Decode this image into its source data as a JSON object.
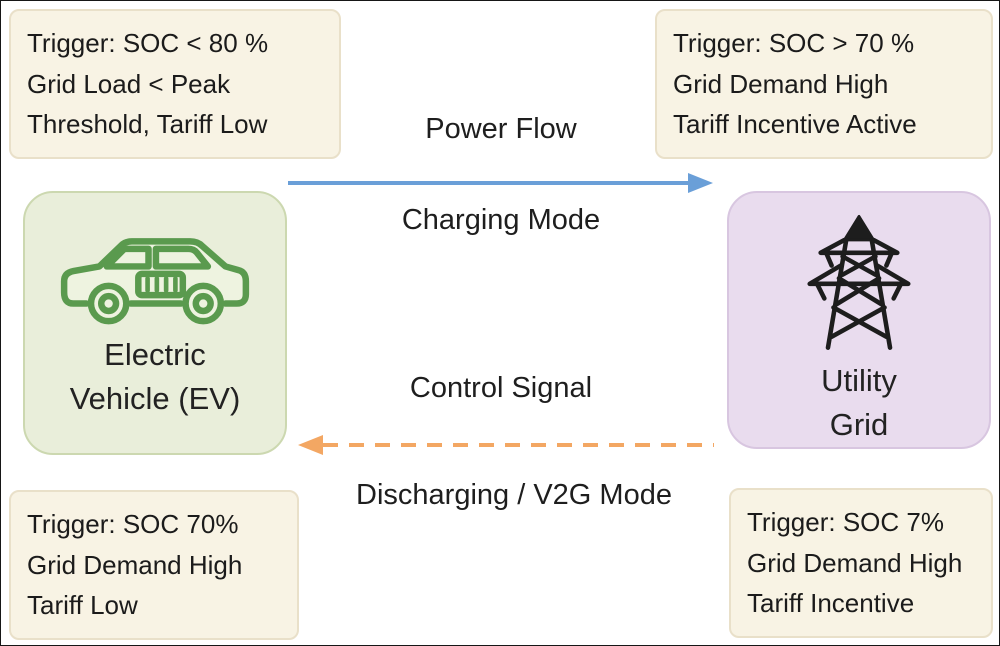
{
  "diagram": {
    "ev_node": {
      "line1": "Electric",
      "line2": "Vehicle (EV)"
    },
    "grid_node": {
      "line1": "Utility",
      "line2": "Grid"
    },
    "top_flow": {
      "title": "Power Flow",
      "mode": "Charging Mode"
    },
    "bottom_flow": {
      "title": "Control Signal",
      "mode": "Discharging / V2G Mode"
    },
    "triggers": {
      "top_left": [
        "Trigger: SOC < 80 %",
        "Grid Load < Peak",
        "Threshold, Tariff Low"
      ],
      "top_right": [
        "Trigger: SOC > 70 %",
        "Grid Demand High",
        "Tariff Incentive Active"
      ],
      "bottom_left": [
        "Trigger: SOC 70%",
        "Grid Demand High",
        "Tariff Low"
      ],
      "bottom_right": [
        "Trigger: SOC 7%",
        "Grid Demand High",
        "Tariff Incentive"
      ]
    },
    "colors": {
      "charging_arrow": "#6a9fd8",
      "discharging_arrow": "#f3a763",
      "trigger_bg": "#f8f3e4",
      "trigger_border": "#e9e0c9",
      "ev_box_bg": "#e9eeda",
      "ev_box_border": "#ccd8b0",
      "grid_box_bg": "#e9dcee",
      "grid_box_border": "#d8c6e0",
      "car_green": "#5a9a4e",
      "car_fill": "#eef3e0",
      "tower_black": "#1d1d1d"
    }
  }
}
